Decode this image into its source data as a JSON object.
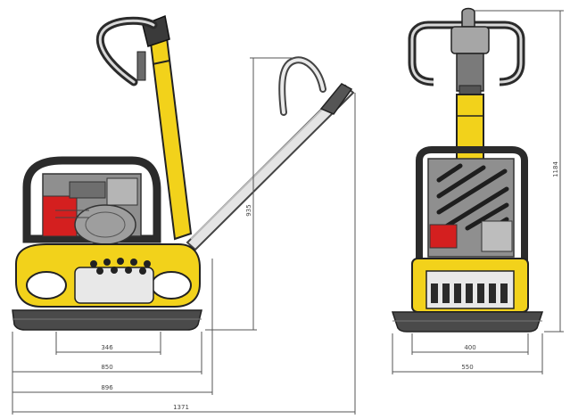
{
  "colors": {
    "frame_yellow": "#f2d21b",
    "frame_dark": "#2b2b2b",
    "engine_gray": "#8f8f8f",
    "engine_red": "#d41f1f",
    "handle_gray": "#dcdcdc",
    "baseplate": "#4a4a4a",
    "dimension_line": "#555555"
  },
  "side_view": {
    "dimensions": {
      "inner_width": "346",
      "base_width": "850",
      "overall_width": "896",
      "total_length": "1371",
      "height": "935"
    }
  },
  "front_view": {
    "dimensions": {
      "inner_width": "400",
      "base_width": "550",
      "height": "1184"
    }
  }
}
